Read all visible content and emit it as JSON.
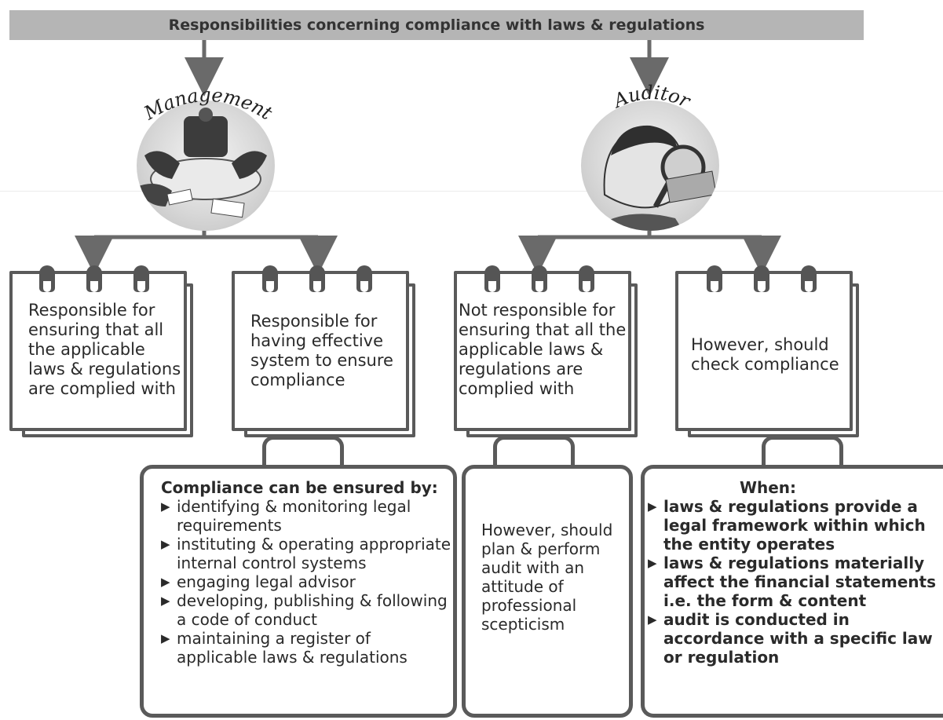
{
  "title": "Responsibilities concerning compliance with laws & regulations",
  "management": {
    "label": "Management",
    "card_left": "Responsible for ensuring that all the applicable laws & regulations are complied with",
    "card_right": "Responsible for having effective system to ensure compliance",
    "box": {
      "heading": "Compliance can be ensured by:",
      "items": [
        "identifying & monitoring legal requirements",
        "instituting & operating appropriate internal control systems",
        "engaging legal advisor",
        "developing, publishing & following a code of conduct",
        "maintaining a register of applicable laws & regulations"
      ]
    }
  },
  "auditor": {
    "label": "Auditor",
    "card_left": "Not responsible for ensuring that all the applicable laws & regulations are complied with",
    "card_right": "However, should check compliance",
    "box_middle": "However, should plan & perform audit with an attitude of professional scepticism",
    "box": {
      "heading": "When:",
      "items": [
        "laws & regulations provide a legal framework within which the entity operates",
        "laws & regulations materially affect the financial statements i.e. the form & content",
        "audit is conducted in accordance with a specific law or regulation"
      ]
    }
  },
  "colors": {
    "frame": "#5a5a5a",
    "title_bg": "#b5b5b5",
    "connector": "#6a6a6a"
  },
  "icons": [
    "bullet-triangle-icon",
    "binder-ring-icon",
    "meeting-illustration",
    "auditor-magnifier-illustration"
  ]
}
